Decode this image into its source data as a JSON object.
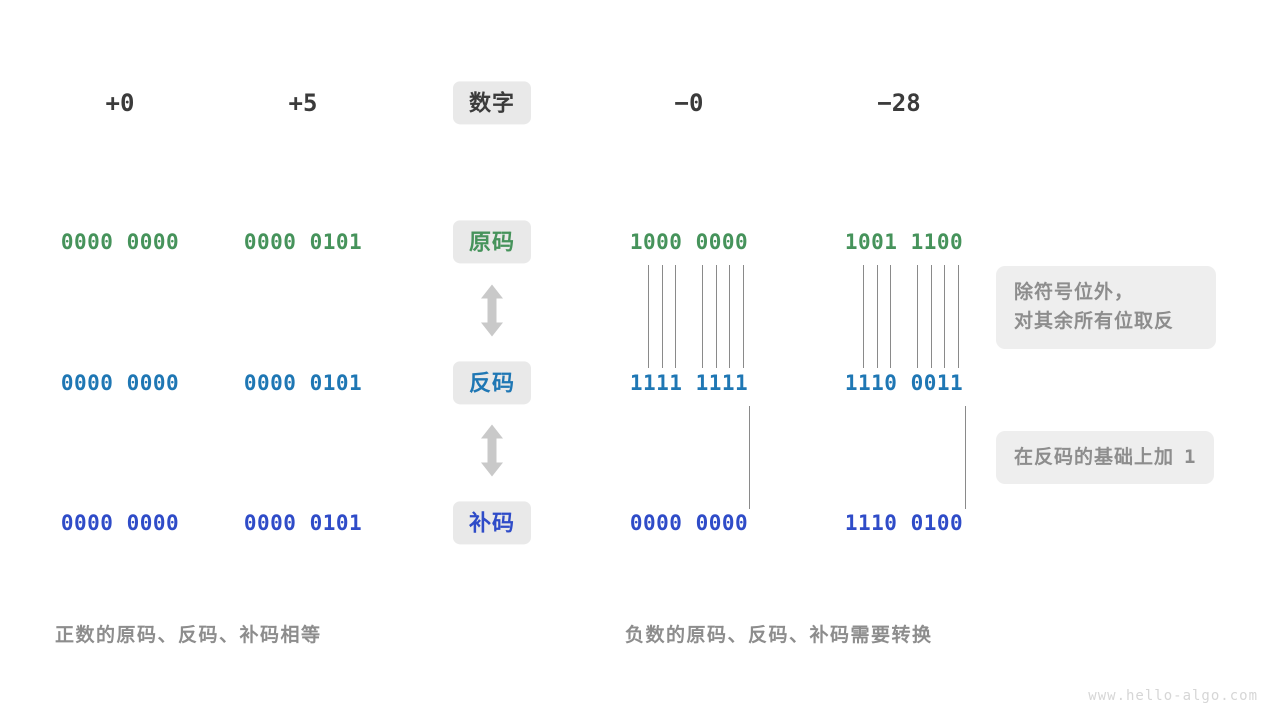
{
  "meta": {
    "watermark": "www.hello-algo.com"
  },
  "header": {
    "label": "数字",
    "columns": [
      {
        "name": "plus-zero",
        "value": "+0"
      },
      {
        "name": "plus-five",
        "value": "+5"
      },
      {
        "name": "minus-zero",
        "value": "−0"
      },
      {
        "name": "minus-28",
        "value": "−28"
      }
    ]
  },
  "rows": [
    {
      "key": "sign-magnitude",
      "label": "原码",
      "color": "#46935b",
      "values": [
        "0000 0000",
        "0000 0101",
        "1000 0000",
        "1001 1100"
      ]
    },
    {
      "key": "ones-complement",
      "label": "反码",
      "color": "#1f77b4",
      "values": [
        "0000 0000",
        "0000 0101",
        "1111 1111",
        "1110 0011"
      ]
    },
    {
      "key": "twos-complement",
      "label": "补码",
      "color": "#2f4cc8",
      "values": [
        "0000 0000",
        "0000 0101",
        "0000 0000",
        "1110 0100"
      ]
    }
  ],
  "notes": [
    {
      "key": "invert-note",
      "text": "除符号位外，\n对其余所有位取反"
    },
    {
      "key": "add-one-note",
      "prefix": "在反码的基础上加",
      "value": "1"
    }
  ],
  "captions": {
    "left": "正数的原码、反码、补码相等",
    "right": "负数的原码、反码、补码需要转换"
  },
  "icons": {
    "arrow_up_down": "double-headed-vertical-arrow"
  }
}
